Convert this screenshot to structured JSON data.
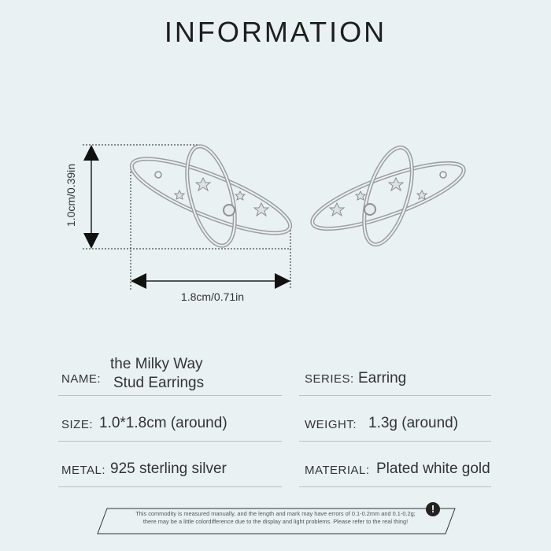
{
  "title": "INFORMATION",
  "dimensions": {
    "height": "1.0cm/0.39in",
    "width": "1.8cm/0.71in"
  },
  "fields": {
    "name_label": "NAME:",
    "name_value_line1": "the Milky Way",
    "name_value_line2": "Stud Earrings",
    "series_label": "SERIES:",
    "series_value": "Earring",
    "size_label": "SIZE:",
    "size_value": "1.0*1.8cm (around)",
    "weight_label": "WEIGHT:",
    "weight_value": "1.3g (around)",
    "metal_label": "METAL:",
    "metal_value": "925 sterling silver",
    "material_label": "MATERIAL:",
    "material_value": "Plated white gold"
  },
  "note": {
    "line1": "This commodity is measured manually, and the length and mark may have errors of 0.1-0.2mm and 0.1-0.2g;",
    "line2": "there may be a little colordifference due to the display and light problems. Please refer to the real thing!",
    "icon": "warning-icon"
  },
  "colors": {
    "background": "#e9f1f3",
    "text": "#333333",
    "silver": "#b8bcc0"
  }
}
